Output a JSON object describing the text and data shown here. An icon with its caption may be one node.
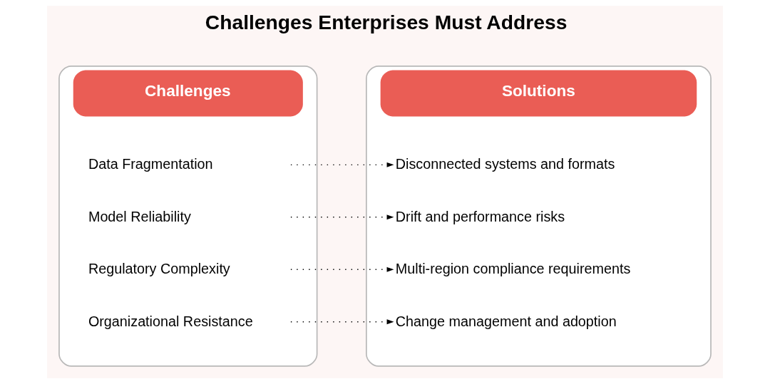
{
  "diagram": {
    "title": "Challenges Enterprises Must Address",
    "nodes": [
      {
        "text": [
          "Challenges"
        ]
      },
      {
        "text": [
          "Data Fragmentation"
        ],
        "in": 0
      },
      {
        "text": [
          "Model Reliability"
        ],
        "in": 0
      },
      {
        "text": [
          "Regulatory Complexity"
        ],
        "in": 0
      },
      {
        "text": [
          "Organizational Resistance"
        ],
        "in": 0
      },
      {
        "text": [
          "Solutions"
        ]
      },
      {
        "text": [
          "Disconnected systems and formats"
        ],
        "in": 5
      },
      {
        "text": [
          "Drift and performance risks"
        ],
        "in": 5
      },
      {
        "text": [
          "Multi-region compliance requirements"
        ],
        "in": 5
      },
      {
        "text": [
          "Change management and adoption"
        ],
        "in": 5
      }
    ],
    "edges": [
      {
        "from": 1,
        "to": 6,
        "arrow": "to",
        "style": "dashed"
      },
      {
        "from": 2,
        "to": 7,
        "arrow": "to",
        "style": "dashed"
      },
      {
        "from": 3,
        "to": 8,
        "arrow": "to",
        "style": "dashed"
      },
      {
        "from": 4,
        "to": 9,
        "arrow": "to",
        "style": "dashed"
      }
    ]
  }
}
